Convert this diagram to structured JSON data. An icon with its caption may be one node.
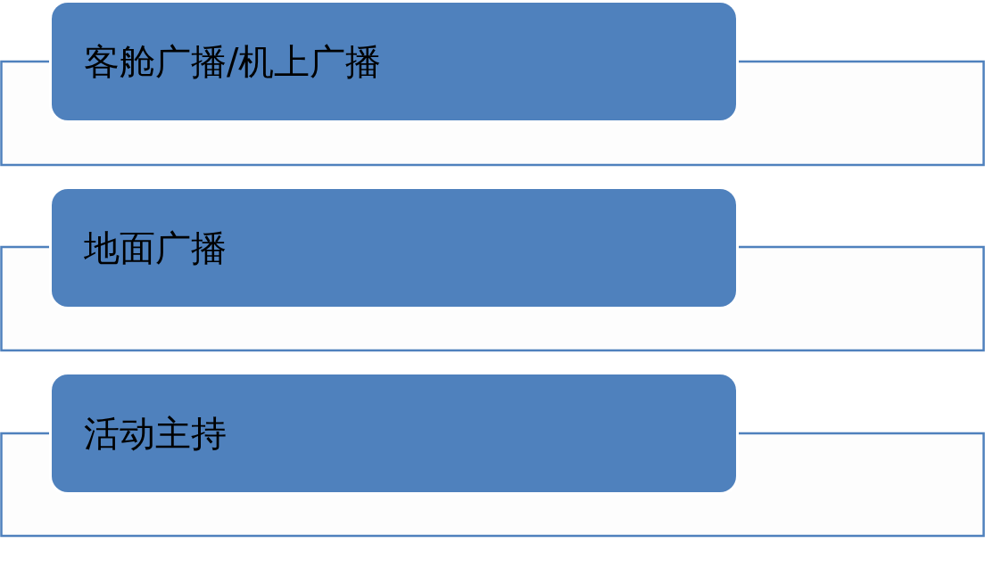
{
  "diagram": {
    "nodes": [
      {
        "text": [
          "客舱广播/机上广播"
        ]
      },
      {
        "text": [
          "地面广播"
        ]
      },
      {
        "text": [
          "活动主持"
        ]
      }
    ]
  }
}
